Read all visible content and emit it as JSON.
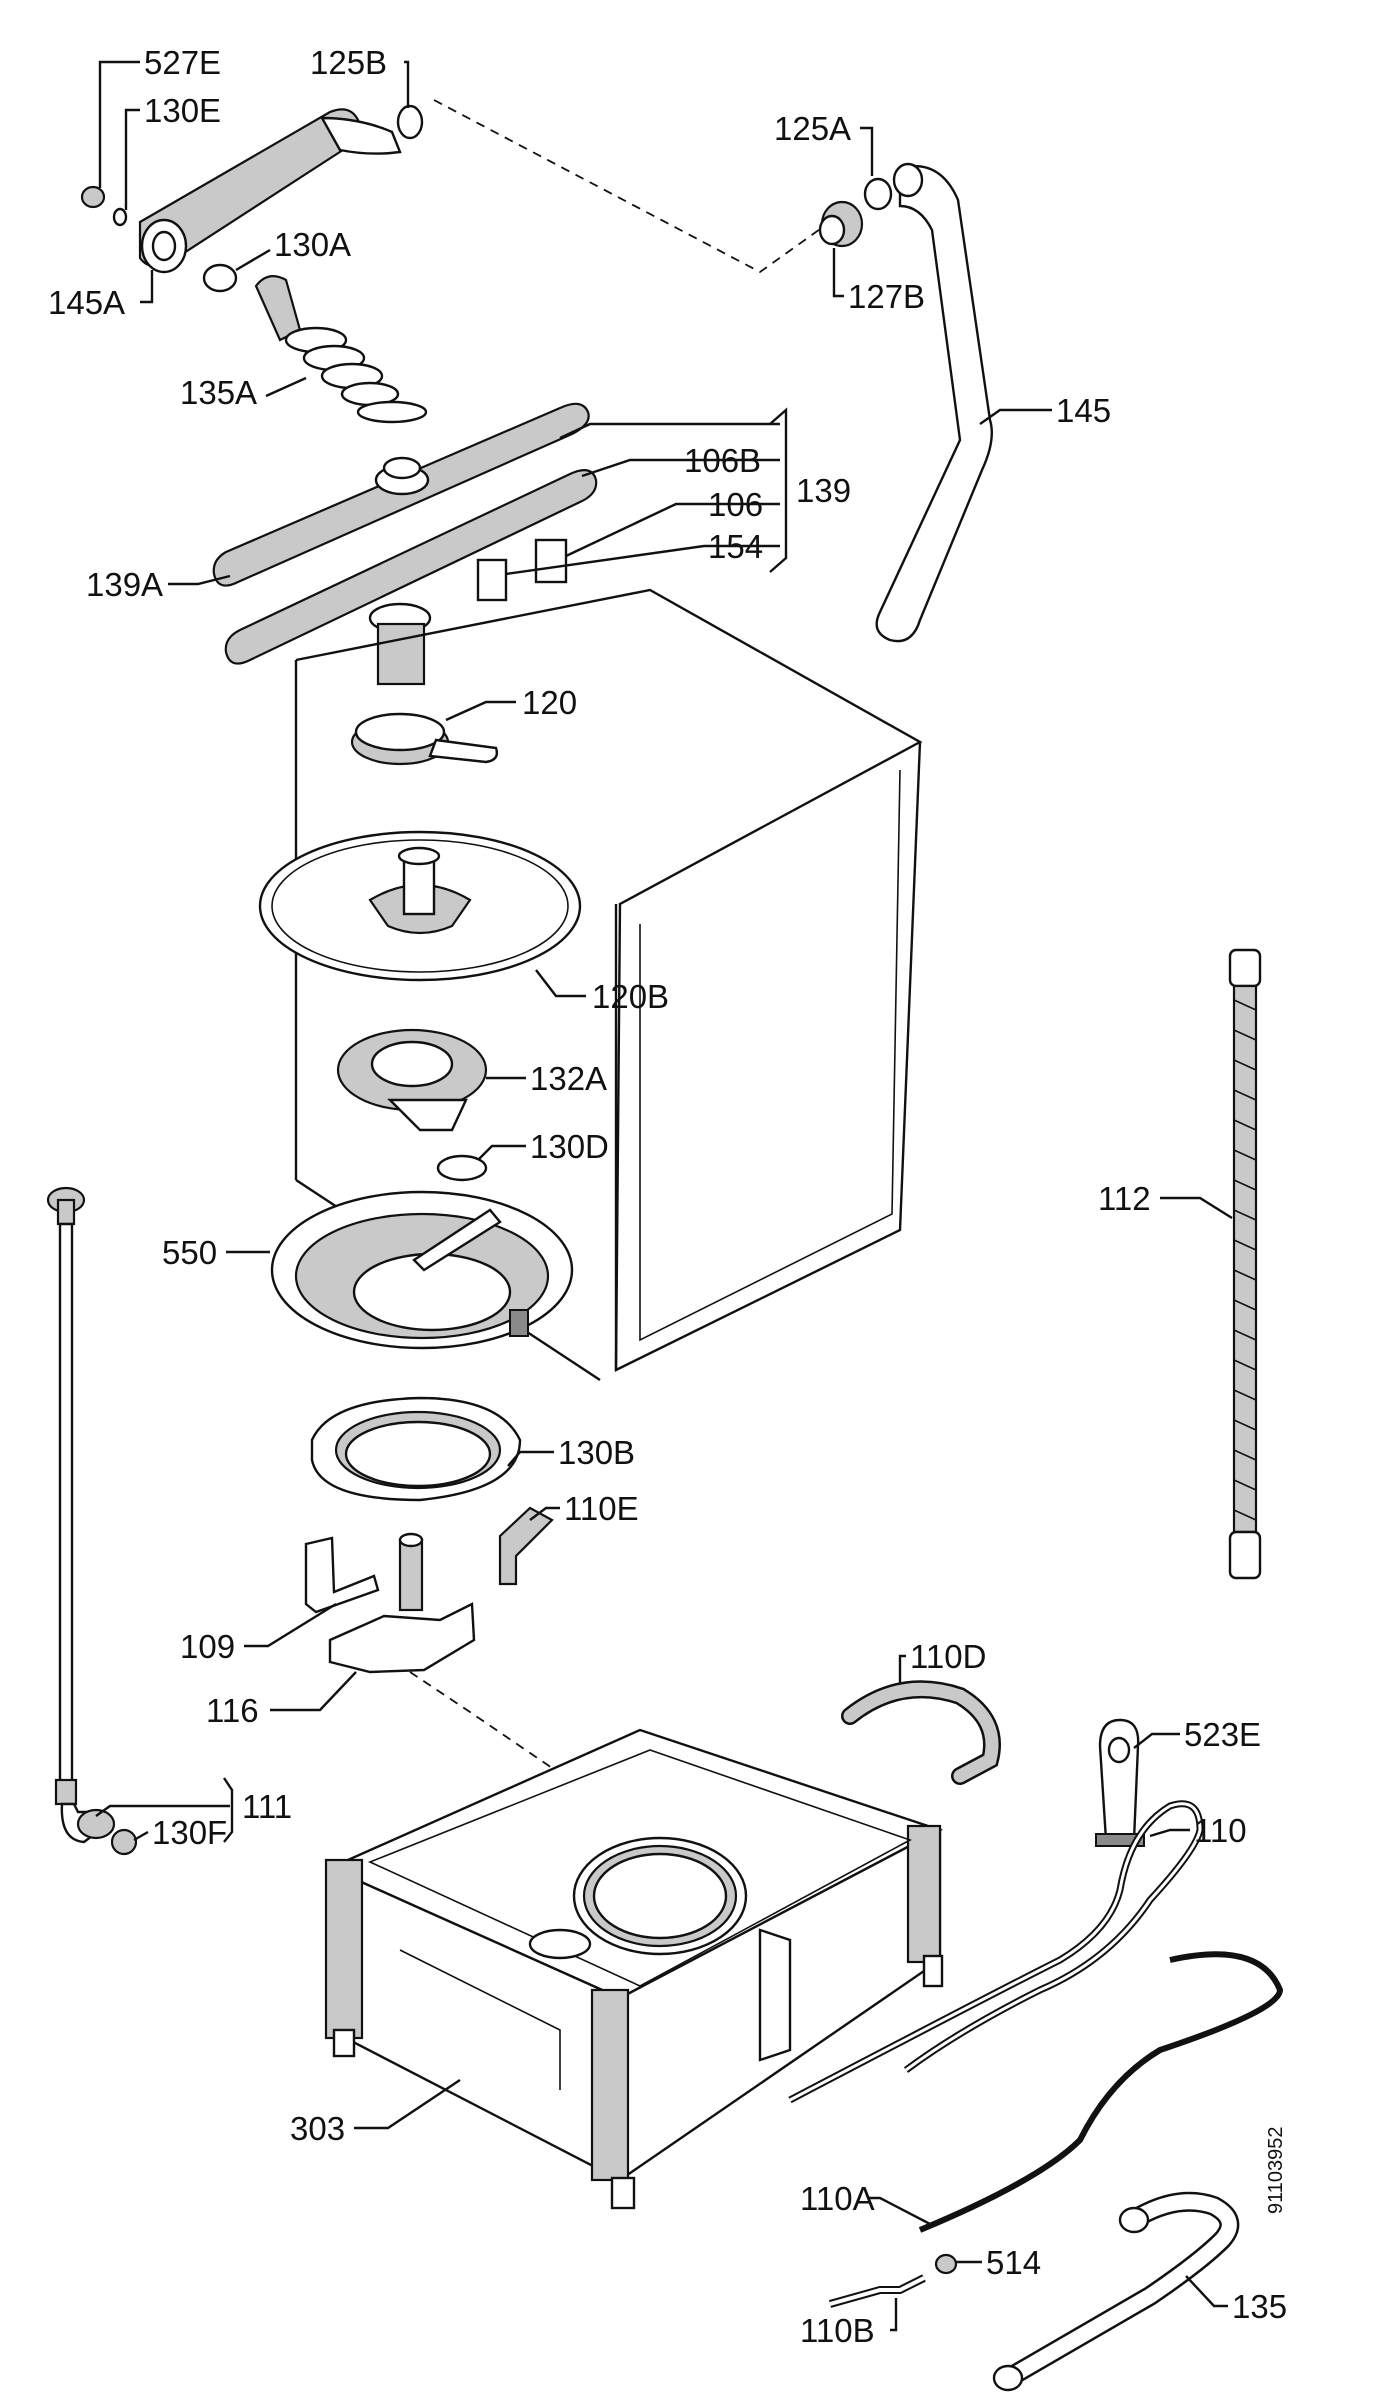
{
  "diagram": {
    "labels": {
      "l527E": "527E",
      "l125B": "125B",
      "l130E": "130E",
      "l130A": "130A",
      "l145A": "145A",
      "l135A": "135A",
      "l125A": "125A",
      "l127B": "127B",
      "l145": "145",
      "l106B": "106B",
      "l106": "106",
      "l154": "154",
      "l139": "139",
      "l139A": "139A",
      "l120": "120",
      "l120B": "120B",
      "l132A": "132A",
      "l130D": "130D",
      "l550": "550",
      "l112": "112",
      "l130B": "130B",
      "l110E": "110E",
      "l109": "109",
      "l116": "116",
      "l110D": "110D",
      "l523E": "523E",
      "l110": "110",
      "l111": "111",
      "l130F": "130F",
      "l303": "303",
      "l110A": "110A",
      "l514": "514",
      "l110B": "110B",
      "l135": "135"
    },
    "drawing_code": "91103952"
  },
  "colors": {
    "line": "#111111",
    "shade": "#c9c9c9",
    "dark": "#8a8a8a",
    "background": "#ffffff"
  }
}
